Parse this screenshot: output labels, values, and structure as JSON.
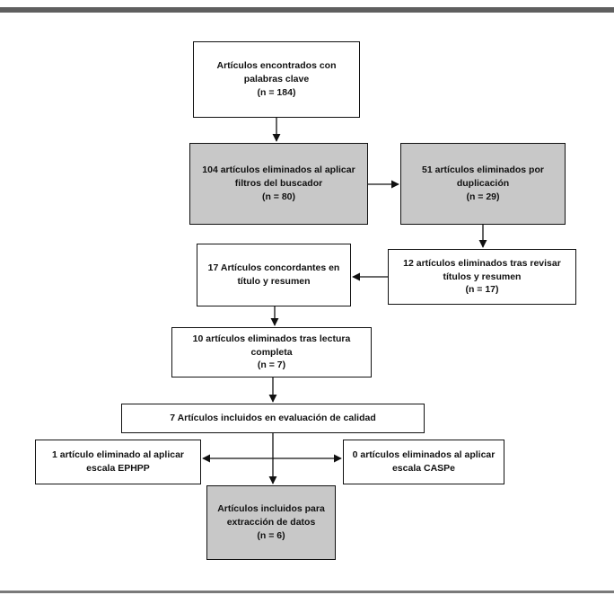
{
  "flowchart": {
    "box1": {
      "lines": [
        "Artículos encontrados con",
        "palabras clave",
        "(n = 184)"
      ]
    },
    "box2": {
      "lines": [
        "104 artículos eliminados al aplicar",
        "filtros del buscador",
        "(n = 80)"
      ]
    },
    "box3": {
      "lines": [
        "51 artículos eliminados por",
        "duplicación",
        "(n = 29)"
      ]
    },
    "box4": {
      "lines": [
        "12 artículos eliminados tras revisar",
        "títulos y resumen",
        "(n = 17)"
      ]
    },
    "box5": {
      "lines": [
        "17 Artículos concordantes en",
        "título y resumen"
      ]
    },
    "box6": {
      "lines": [
        "10 artículos eliminados tras lectura",
        "completa",
        "(n = 7)"
      ]
    },
    "box7": {
      "lines": [
        "7 Artículos incluidos en evaluación de calidad"
      ]
    },
    "box8": {
      "lines": [
        "1 artículo eliminado al aplicar",
        "escala EPHPP"
      ]
    },
    "box9": {
      "lines": [
        "0 artículos eliminados al aplicar",
        "escala CASPe"
      ]
    },
    "box10": {
      "lines": [
        "Artículos incluidos para",
        "extracción de datos",
        "(n = 6)"
      ]
    }
  },
  "colors": {
    "gray_box": "#c8c8c8",
    "border": "#111111",
    "rule": "#5f5f5f"
  }
}
